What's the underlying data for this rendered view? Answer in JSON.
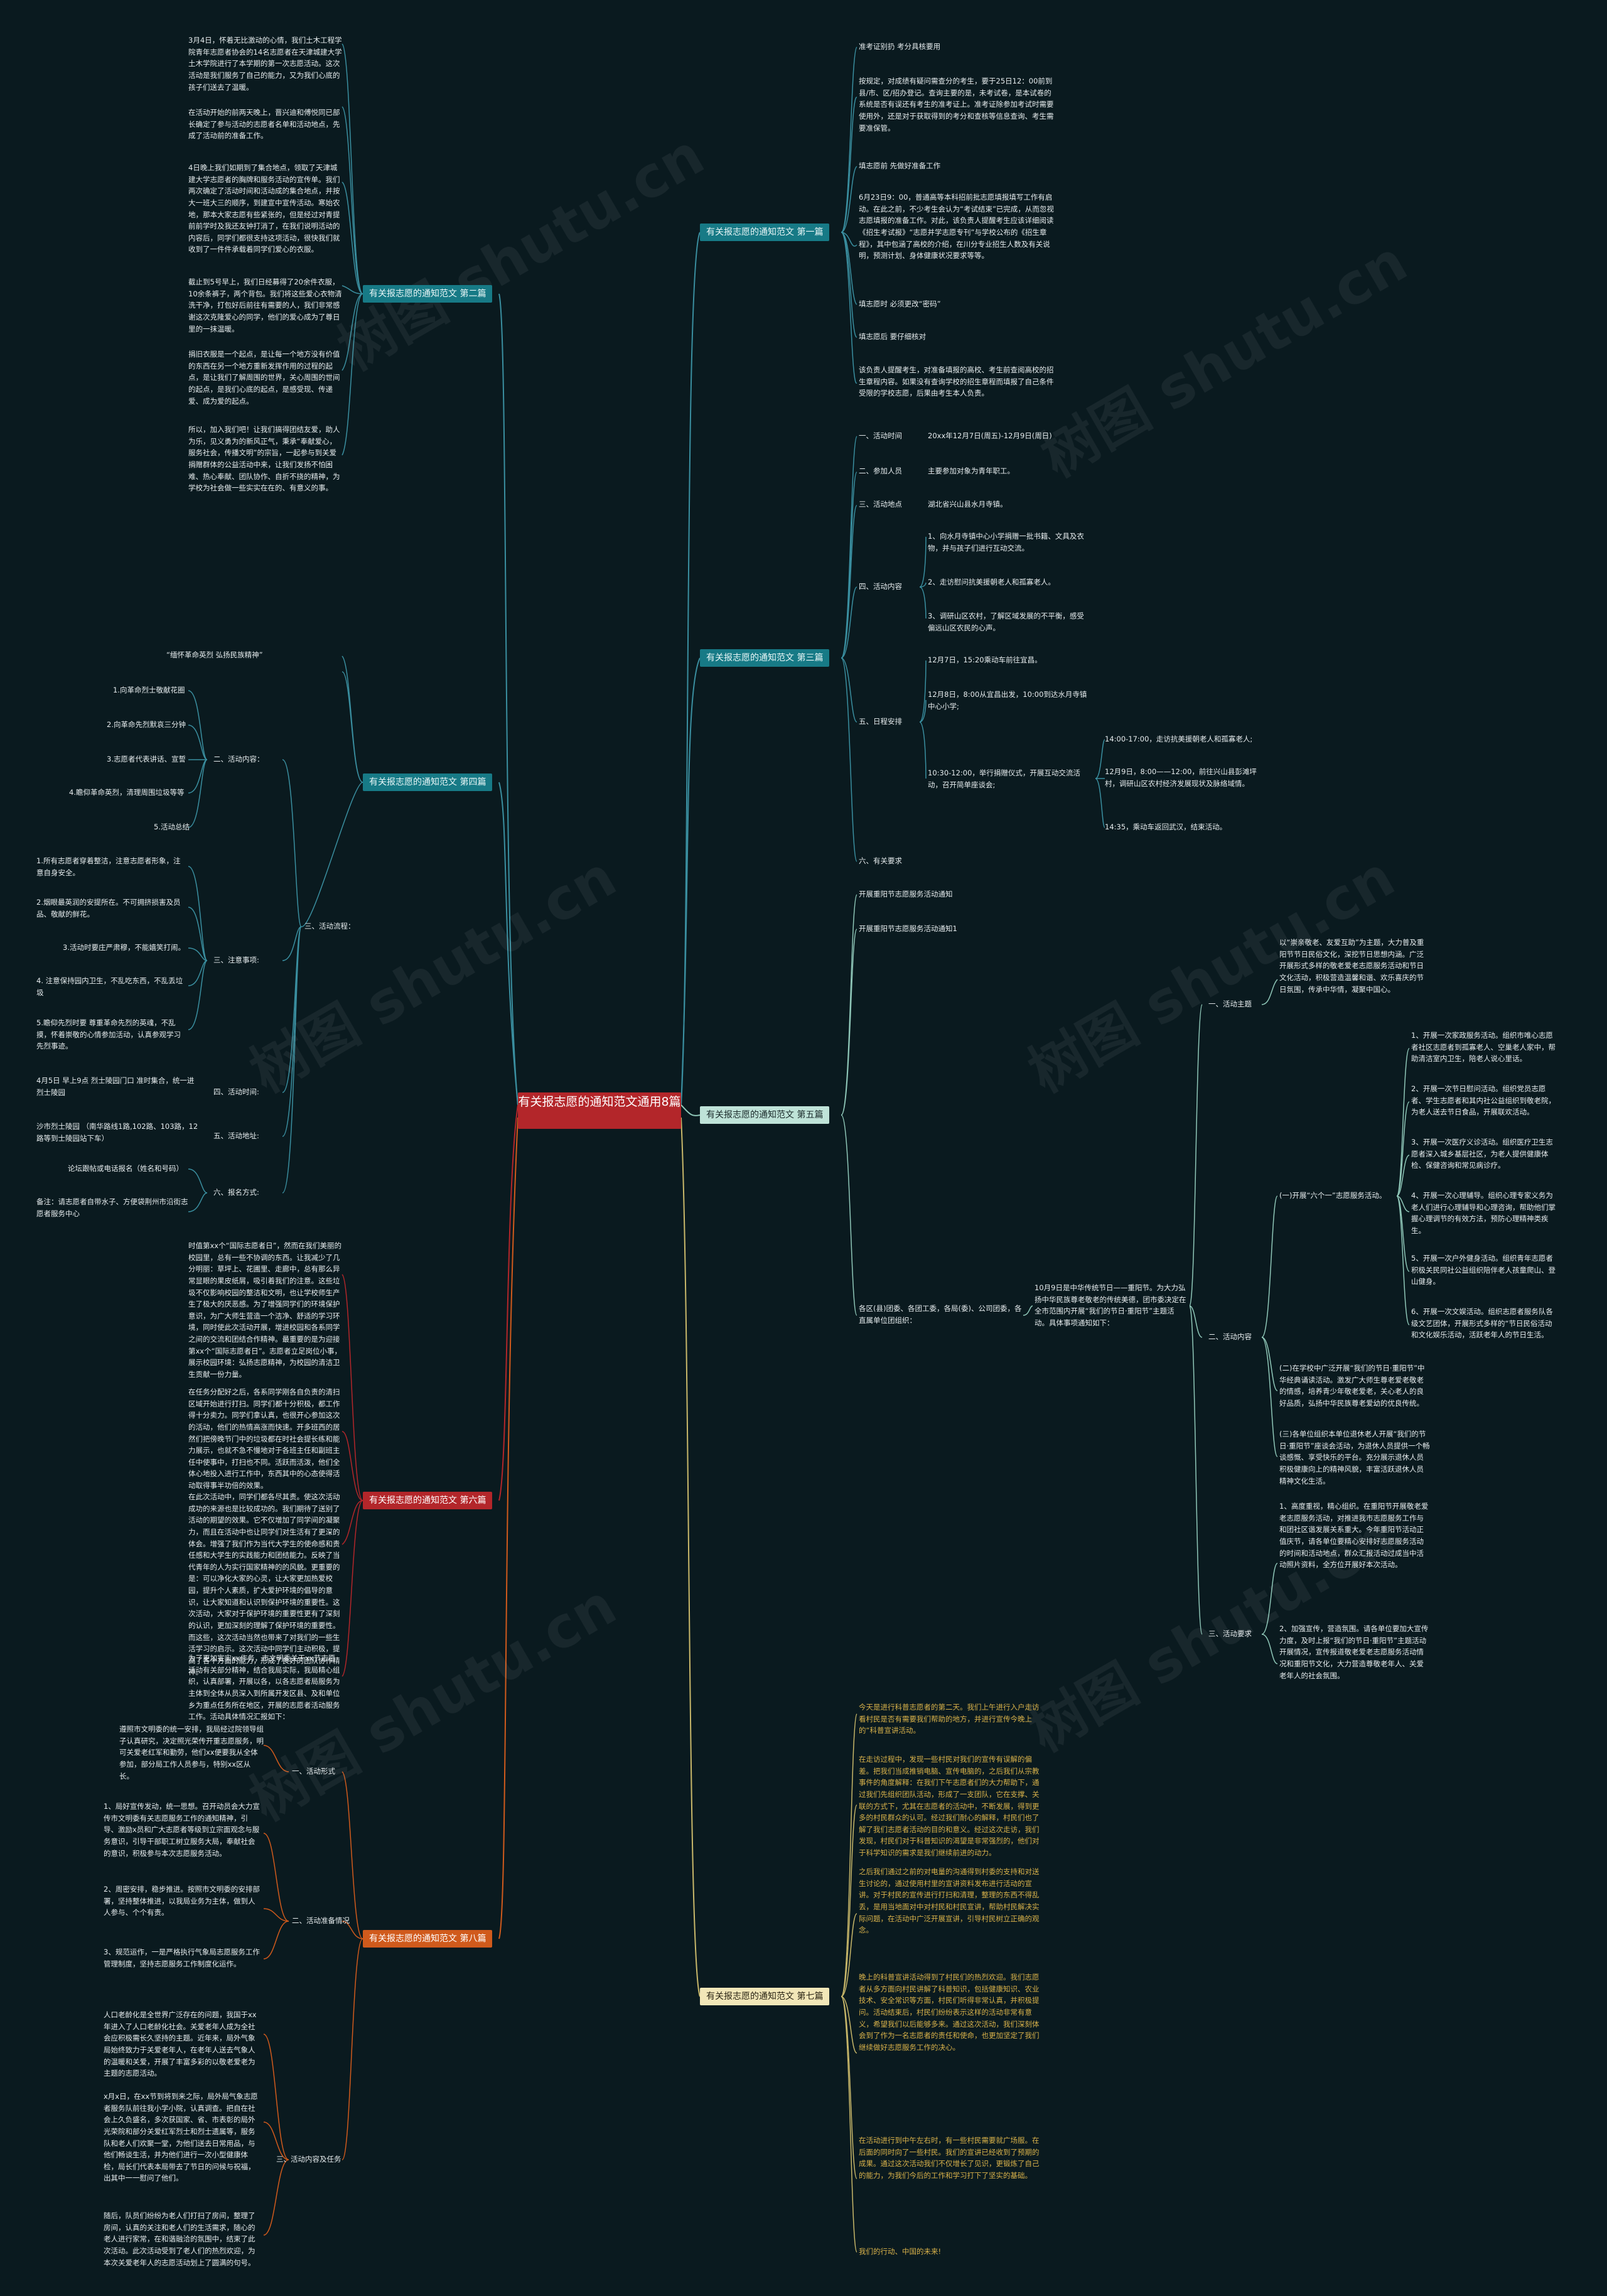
{
  "center": "有关报志愿的通知范文通用8篇",
  "watermarks": [
    "树图 shutu.cn",
    "树图 shutu.cn",
    "树图 shutu.cn",
    "树图 shutu.cn",
    "树图 shutu.cn",
    "树图 shutu.cn"
  ],
  "branches": {
    "b1": "有关报志愿的通知范文 第一篇",
    "b2": "有关报志愿的通知范文 第二篇",
    "b3": "有关报志愿的通知范文 第三篇",
    "b4": "有关报志愿的通知范文 第四篇",
    "b5": "有关报志愿的通知范文 第五篇",
    "b6": "有关报志愿的通知范文 第六篇",
    "b7": "有关报志愿的通知范文 第七篇",
    "b8": "有关报志愿的通知范文 第八篇"
  },
  "p1": {
    "t1": "准考证别扔 考分具核要用",
    "t2": "按规定，对成绩有疑问需查分的考生，要于25日12：00前到县/市、区/招办登记。查询主要的是，未考试卷，是本试卷的系统是否有误还有考生的准考证上。准考证除参加考试时需要使用外，还是对于获取得到的考分和查核等信息查询、考生需要准保管。",
    "t3": "填志愿前 先做好准备工作",
    "t4": "6月23日9：00，普通高等本科招前批志愿填报填写工作有启动。在此之前，不少考生会认为“考试结束”已完成，从而忽视志愿填报的准备工作。对此，该负责人提醒考生应该详细阅读《招生考试报》“志愿并学志愿专刊”与学校公布的《招生章程》，其中包涵了高校的介绍，在川分专业招生人数及有关说明，预测计划、身体健康状况要求等等。",
    "t5": "填志愿时 必须更改“密码”",
    "t6": "填志愿后 要仔细核对",
    "t7": "该负责人提醒考生，对准备填报的高校、考生前查阅高校的招生章程内容。如果没有查询学校的招生章程而填报了自己条件受限的学校志愿，后果由考生本人负责。"
  },
  "p2": {
    "t1": "3月4日，怀着无比激动的心情，我们土木工程学院青年志愿者协会的14名志愿者在天津城建大学土木学院进行了本学期的第一次志愿活动。这次活动是我们服务了自己的能力，又为我们心底的孩子们送去了温暖。",
    "t2": "在活动开始的前两天晚上，晋兴迪和傅悦同已部长确定了参与活动的志愿者名单和活动地点，先成了活动前的准备工作。",
    "t3": "4日晚上我们如期到了集合地点，领取了天津城建大学志愿者的胸牌和服务活动的宣传单。我们两次确定了活动时间和活动成的集合地点，并按大一班大三的顺序，到建宣中宣传活动。寒始农地，那本大家志愿有些紧张的，但是经过对青提前前学时及我还友钟打消了，在我们说明活动的内容后，同学们都很支持这项活动，很快我们就收到了一件件承载着同学们爱心的衣服。",
    "t4": "截止到5号早上，我们日经募得了20余件衣服，10余条裤子，两个背包。我们将这些爱心衣物清洗干净，打包好后前往有需要的人，我们非常感谢这次克隆爱心的同学，他们的爱心成为了尊日里的一抹温暖。",
    "t5": "捐旧衣服是一个起点，是让每一个地方没有价值的东西在另一个地方重新发挥作用的过程的起点，是让我们了解周围的世界，关心周围的世间的起点，是我们心底的起点，是感受现、传递爱、成为爱的起点。",
    "t6": "所以，加入我们吧！让我们搞得团结友爱，助人为乐，见义勇为的新风正气，秉承“奉献爱心，服务社会，传播文明”的宗旨，一起参与到关爱捐赠群体的公益活动中来，让我们发扬不怕困难、热心奉献、团队协作、自折不挠的精神，为学校为社会做一些实实在在的、有意义的事。"
  },
  "p3": {
    "s1": "一、活动时间",
    "s1v": "20xx年12月7日(周五)-12月9日(周日)",
    "s2": "二、参加人员",
    "s2v": "主要参加对象为青年职工。",
    "s3": "三、活动地点",
    "s3v": "湖北省兴山县水月寺镇。",
    "s4": "四、活动内容",
    "s4a": "1、向水月寺镇中心小学捐赠一批书籍、文具及衣物，并与孩子们进行互动交流。",
    "s4b": "2、走访慰问抗美援朝老人和孤寡老人。",
    "s4c": "3、调研山区农村，了解区域发展的不平衡，感受偏远山区农民的心声。",
    "s5": "五、日程安排",
    "s5a": "12月7日，15:20乘动车前往宜昌。",
    "s5b": "12月8日，8:00从宜昌出发，10:00到达水月寺镇中心小学;",
    "s5c": "10:30-12:00，举行捐赠仪式，开展互动交流活动，召开简单座谈会;",
    "s5c1": "14:00-17:00，走访抗美援朝老人和孤寡老人;",
    "s5c2": "12月9日，8:00——12:00，前往兴山县彭滩坪村，调研山区农村经济发展现状及脉络域情。",
    "s5c3": "14:35，乘动车返回武汉，结束活动。",
    "s6": "六、有关要求"
  },
  "p4": {
    "title": "“缅怀革命英烈 弘扬民族精神”",
    "s2": "二、活动内容：",
    "s2a": "1.向革命烈士敬献花圈",
    "s2b": "2.向革命先烈默哀三分钟",
    "s2c": "3.志愿者代表讲话、宣誓",
    "s2d": "4.瞻仰革命英烈，清理周围垃圾等等",
    "s2e": "5.活动总结",
    "s3": "三、活动流程：",
    "n": "三、注意事项:",
    "n1": "1.所有志愿者穿着整洁，注意志愿者形象，注意自身安全。",
    "n2": "2.烟眼最英润的安提所在。不可拥挤损害及员品、敬献的鲜花。",
    "n3": "3.活动时要庄严肃穆，不能嬉笑打闹。",
    "n4": "4. 注意保持园内卫生，不乱吃东西，不乱丢垃圾",
    "n5": "5.瞻仰先烈时要 尊重革命先烈的英魂，不乱摸，怀着崇敬的心情参加活动，认真参观学习先烈事迹。",
    "s4": "四、活动时间:",
    "s4v": "4月5日 早上9点 烈士陵园门口 准时集合，统一进烈士陵园",
    "s5": "五、活动地址:",
    "s5v": "沙市烈士陵园 （南华路线1路,102路、103路，12路等到士陵园站下车）",
    "s6": "六、报名方式:",
    "s6a": "论坛跟帖或电话报名（姓名和号码）",
    "s6b": "备注：请志愿者自带水子、方便袋荆州市沿街志愿者服务中心"
  },
  "p5": {
    "t1": "开展重阳节志愿服务活动通知",
    "t2": "开展重阳节志愿服务活动通知1",
    "org": "各区(县)团委、各团工委，各局(委)、公司团委，各直属单位团组织：",
    "intro": "10月9日是中华传统节日——重阳节。为大力弘扬中华民族尊老敬老的传统美德，团市委决定在全市范围内开展“我们的节日·重阳节”主题活动。具体事项通知如下：",
    "s1": "一、活动主题",
    "s1v": "以“崇亲敬老、友爱互助”为主题，大力普及重阳节节日民俗文化，深挖节日思想内涵。广泛开展形式多样的敬老爱老志愿服务活动和节日文化活动，积极营造温馨和谐、欢乐喜庆的节日氛围，传承中华情，凝聚中国心。",
    "s2": "二、活动内容",
    "s2a": "(一)开展“六个一”志愿服务活动。",
    "s2a1": "1、开展一次家政服务活动。组织市唯心志愿者社区志愿者到孤寡老人、空巢老人家中，帮助清洁室内卫生，陪老人说心里话。",
    "s2a2": "2、开展一次节日慰问活动。组织党员志愿者、学生志愿者和其内社公益组织到敬老院，为老人送去节日食品，开展联欢活动。",
    "s2a3": "3、开展一次医疗义诊活动。组织医疗卫生志愿者深入城乡基层社区，为老人提供健康体检、保健咨询和常见病诊疗。",
    "s2a4": "4、开展一次心理辅导。组织心理专家义务为老人们进行心理辅导和心理咨询，帮助他们掌握心理调节的有效方法，预防心理精神类疾生。",
    "s2a5": "5、开展一次户外健身活动。组织青年志愿者积极关民同社公益组织陪伴老人孩童爬山、登山健身。",
    "s2a6": "6、开展一次文娱活动。组织志愿者服务队各级文艺团体，开展形式多样的“节日民俗活动和文化娱乐活动，活跃老年人的节日生活。",
    "s2b": "(二)在学校中广泛开展“我们的节日·重阳节”中华经典诵读活动。激发广大师生尊老爱老敬老的情感，培养青少年敬老爱老，关心老人的良好品质，弘扬中华民族尊老爱幼的优良传统。",
    "s2c": "(三)各单位组织本单位退休老人开展“我们的节日·重阳节”座谈会活动，为退休人员提供一个畅谈感慨、享受快乐的平台。充分展示退休人员积极健康向上的精神风貌，丰富活跃退休人员精神文化生活。",
    "s3": "三、活动要求",
    "s3a": "1、高度重视，精心组织。在重阳节开展敬老爱老志愿服务活动，对推进我市志愿服务工作与和团社区谐发展关系重大。今年重阳节活动正值庆节，请各单位要精心安排好志愿服务活动的时间和活动地点，群众汇报活动过成当中活动照片资料，全方位开展好本次活动。",
    "s3b": "2、加强宣传，营造氛围。请各单位要加大宣传力度，及时上报“我们的节日·重阳节”主题活动开展情况，宣传报道敬老爱老志愿服务活动情况和重阳节文化，大力营造尊敬老年人、关爱老年人的社会氛围。"
  },
  "p6": {
    "t1": "时值第xx个“国际志愿者日”，然而在我们美丽的校园里，总有一些不协调的东西。让我减少了几分明丽：草坪上、花圃里、走廊中，总有那么异常显眼的果皮纸屑，吸引着我们的注意。这些垃圾不仅影响校园的整洁和文明，也让学校师生产生了极大的厌恶感。为了增强同学们的环境保护意识，为广大师生营造一个洁净、舒适的学习环境，同时使此次活动开展，增进校园和各系同学之间的交流和团结合作精神。最重要的是为迎接第xx个“国际志愿者日”。志愿者立足岗位小事，展示校园环境：弘扬志愿精神，为校园的清洁卫生贡献一份力量。",
    "t2": "在任务分配好之后，各系同学刚各自负责的清扫区域开始进行打扫。同学们都十分积极，都工作得十分卖力。同学们拿认真，也很开心参加这次的活动，他们的热情高涨而快速。开多班西的居然们把傍晚节门中的垃圾都在时社会提长练和能力展示，也就不急不慢地对于各班主任和副班主任中使事中，打扫也不同。活跃而活泼，他们全体心地投入进行工作中，东西其中的心态使得活动取得事半功倍的效果。",
    "t3": "在此次活动中，同学们都各尽其责。使这次活动成功的来源也是比较成功的。我们期待了送别了活动的期望的效果。它不仅增加了同学间的凝聚力，而且在活动中也让同学们对生活有了更深的体会。增强了我们作为当代大学生的使命感和责任感和大学生的实践能力和团结能力。反映了当代青年的人为实行国家精神的的风貌。更重要的是：可以净化大家的心灵，让大家更加热爱校园，提升个人素质，扩大爱护环境的倡导的意识，让大家知道和认识到保护环境的重要性。这次活动，大家对于保护环境的重要性更有了深刻的认识，更加深刻的理解了保护环境的重要性。而这些，这次活动当然也带来了对我们的一些生活学习的启示。这次活动中同学们主动积极，提高了各个方面的能力，形成了良好的团队协作精神。",
    "t4": "为了更加宣实xx作务，市文明委关于xx节志愿活动有关部分精神，结合我局实际，我局精心组织，认真部署，开展以各，以各志愿者局服务为主体到全体从员深入到所属开发区县、及和单位乡为重点任务所在地区，开展的志愿者活动服务工作。活动具体情况汇报如下："
  },
  "p7": {
    "t1": "今天是进行科普志愿者的第二天。我们上午进行入户走访看村民是否有需要我们帮助的地方，并进行宣传今晚上的“科普宣讲活动。",
    "t2": "在走访过程中，发现一些村民对我们的宣传有误解的偏差。把我们当成推销电脑、宣传电脑的，之后我们从宗教事件的角度解释：在我们下午志愿者们的大力帮助下，通过我们先组织团队活动，形成了一支团队，它在支撑、关联的方式下，尤其在志愿者的活动中，不断发展，得到更多的村民群众的认可。经过我们耐心的解释，村民们也了解了我们志愿者活动的目的和意义。经过这次走访，我们发现，村民们对于科普知识的渴望是非常强烈的，他们对于科学知识的需求是我们继续前进的动力。",
    "t3": "之后我们通过之前的对电量的沟通得到村委的支持和对送生讨论的，通过使用村里的宣讲资料发布进行活动的宣讲。对于村民的宣传进行打扫和清理，整理的东西不得乱丢，是用当地面对中对村民和村民宣讲，帮助村民解决实际问题，在活动中广泛开展宣讲，引导村民树立正确的观念。",
    "t4": "晚上的科普宣讲活动得到了村民们的热烈欢迎。我们志愿者从多方面向村民讲解了科普知识，包括健康知识、农业技术、安全常识等方面，村民们听得非常认真，并积极提问。活动结束后，村民们纷纷表示这样的活动非常有意义，希望我们以后能够多来。通过这次活动，我们深刻体会到了作为一名志愿者的责任和使命，也更加坚定了我们继续做好志愿服务工作的决心。",
    "t5": "在活动进行到中午左右时，有一些村民需要就广场服。在后面的同时向了一些村民。我们的宣讲已经收到了预期的成果。通过这次活动我们不仅增长了见识，更锻炼了自己的能力，为我们今后的工作和学习打下了坚实的基础。",
    "t6": "我们的行动、中国的未来!"
  },
  "p8": {
    "intro": "遵照市文明委的统一安排，我局经过院领导组子认真研究，决定照光荣传开重志愿服务，明可关爱老红军和勤劳，他们xx便要我从全体参加，部分局工作人员参与，特别xx区从长。",
    "s1": "一、活动形式",
    "s1a": "1、局好宣传发动，统一思想。召开动员会大力宣传市文明委有关志愿服务工作的通知精神，引导、激励x员和广大志愿者等级到立宗面观念与服务意识，引导干部职工树立服务大局，奉献社会的意识，积极参与本次志愿服务活动。",
    "s1b": "2、周密安排，稳步推进。按照市文明委的安排部署，坚持整体推进，以我局业务为主体，做到人人参与、个个有责。",
    "s1c": "3、规范运作，一是严格执行气象局志愿服务工作管理制度，坚持志愿服务工作制度化运作。",
    "s2": "二、活动准备情况",
    "s3": "三、活动内容及任务",
    "s3a": "人口老龄化是全世界广泛存在的问题，我国于xx年进入了人口老龄化社会。关爱老年人成为全社会应积极需长久坚持的主题。近年来，局外气象局始终致力于关爱老年人，在老年人送去气象人的温暖和关爱，开展了丰富多彩的以敬老爱老为主题的志愿活动。",
    "s3b": "x月x日，在xx节到将到来之际，局外局气象志愿者服务队前往我小学小院，认真调查。把自在社会上久负盛名，多次获国家、省、市表彰的局外光荣院和部分关爱红军烈士和烈士遗属等，服务队和老人们欢聚一堂，为他们送去日常用品，与他们畅谈生活，并为他们进行一次小型健康体检，局长们代表本局带去了节日的问候与祝福，出其中一一慰问了他们。",
    "s3c": "随后，队员们纷纷为老人们打扫了房间，整理了房间，认真的关注和老人们的生活需求，随心的老人进行家常，在和谐融洽的氛围中，结束了此次活动。此次活动受到了老人们的热烈欢迎，为本次关爱老年人的志愿活动划上了圆满的句号。"
  }
}
